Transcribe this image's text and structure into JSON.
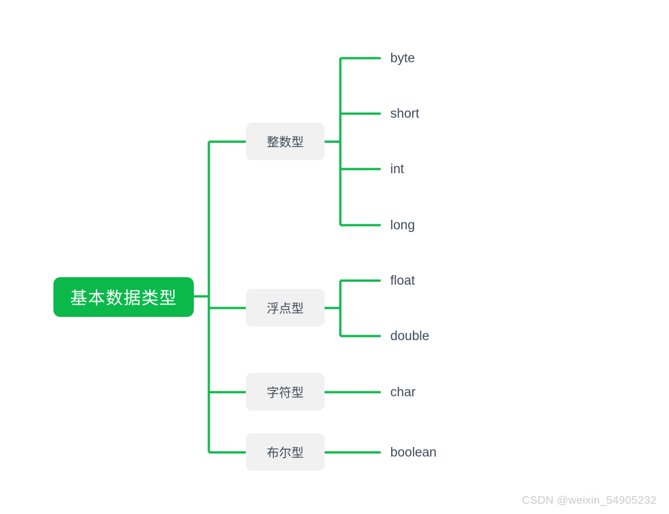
{
  "diagram": {
    "type": "mind-map",
    "orientation": "left-to-right",
    "root": {
      "label": "基本数据类型",
      "fill": "#0BB84A",
      "text_color": "#FFFFFF"
    },
    "branch_style": {
      "fill": "#F1F1F1",
      "text_color": "#3F4A57"
    },
    "edge_color": "#0BB84A",
    "branches": [
      {
        "label": "整数型",
        "leaves": [
          {
            "label": "byte"
          },
          {
            "label": "short"
          },
          {
            "label": "int"
          },
          {
            "label": "long"
          }
        ]
      },
      {
        "label": "浮点型",
        "leaves": [
          {
            "label": "float"
          },
          {
            "label": "double"
          }
        ]
      },
      {
        "label": "字符型",
        "leaves": [
          {
            "label": "char"
          }
        ]
      },
      {
        "label": "布尔型",
        "leaves": [
          {
            "label": "boolean"
          }
        ]
      }
    ]
  },
  "watermark": {
    "text": "CSDN @weixin_54905232"
  }
}
